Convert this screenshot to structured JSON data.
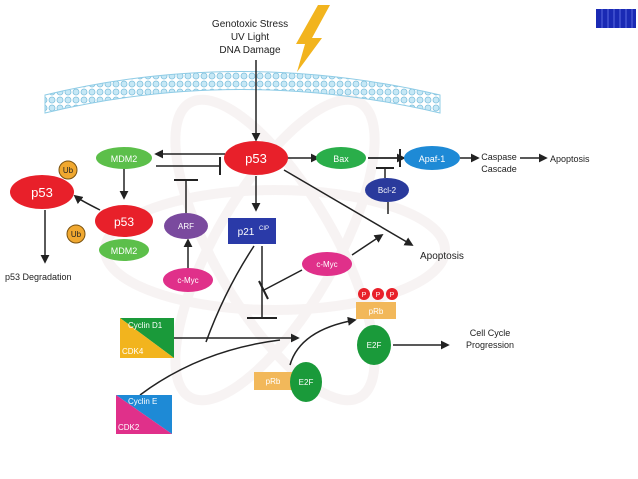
{
  "stimulus": {
    "line1": "Genotoxic Stress",
    "line2": "UV Light",
    "line3": "DNA Damage"
  },
  "nodes": {
    "p53_main": "p53",
    "p53_left": "p53",
    "p53_mid": "p53",
    "mdm2_top": "MDM2",
    "mdm2_bottom": "MDM2",
    "ub_top": "Ub",
    "ub_bottom": "Ub",
    "arf": "ARF",
    "cmyc_left": "c-Myc",
    "cmyc_right": "c-Myc",
    "p21": "p21",
    "p21_sup": "CIP",
    "bax": "Bax",
    "apaf": "Apaf-1",
    "bcl": "Bcl-2",
    "prb_top": "pRb",
    "prb_bottom": "pRb",
    "phospho": "P",
    "e2f_top": "E2F",
    "e2f_bottom": "E2F",
    "cyclin_d1": "Cyclin D1",
    "cdk4": "CDK4",
    "cyclin_e": "Cyclin E",
    "cdk2": "CDK2"
  },
  "labels": {
    "caspase_1": "Caspase",
    "caspase_2": "Cascade",
    "apoptosis_right": "Apoptosis",
    "apoptosis_mid": "Apoptosis",
    "p53_degradation": "p53 Degradation",
    "cell_cycle_1": "Cell Cycle",
    "cell_cycle_2": "Progression"
  },
  "colors": {
    "p53": "#e8202a",
    "mdm2": "#5cbf4a",
    "ub": "#f0a830",
    "arf": "#7a4a9e",
    "cmyc": "#e0308a",
    "p21": "#2a3aa8",
    "bax": "#2aae4a",
    "apaf": "#1e8ad6",
    "bcl": "#2a3a9c",
    "prb": "#f2b85a",
    "e2f": "#1a9a3a",
    "phospho": "#e8202a",
    "membrane": "#a8d8ee",
    "lightning": "#f2b41e",
    "corner_box": "#1a2ab4"
  }
}
